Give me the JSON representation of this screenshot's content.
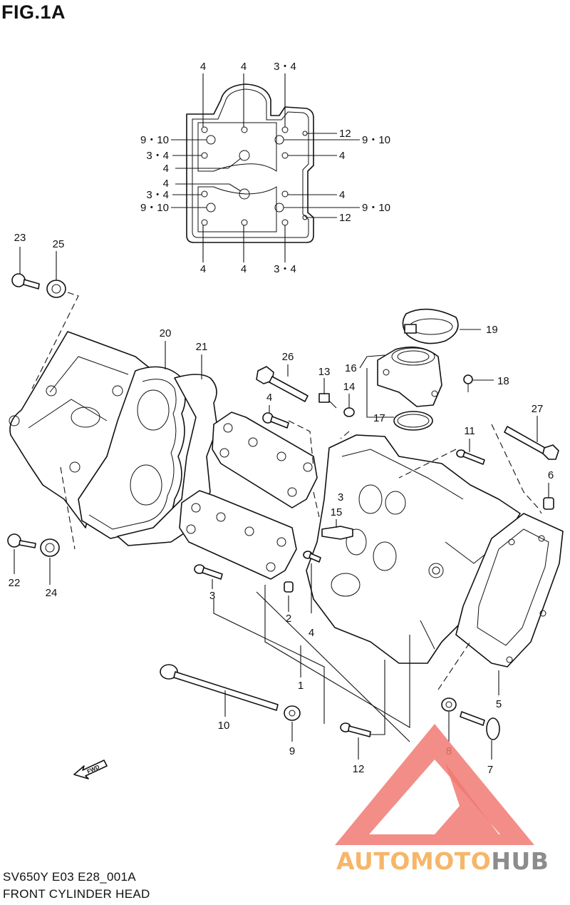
{
  "figure": {
    "title": "FIG.1A"
  },
  "caption": {
    "line1": "SV650Y E03 E28_001A",
    "line2": "FRONT CYLINDER HEAD"
  },
  "watermark": {
    "part1": "AUTOMOTO",
    "part2": "HUB",
    "color_primary": "#f07a72",
    "color_text1": "#f6b66a",
    "color_text2": "#8c8c8c"
  },
  "torque_diagram": {
    "top": [
      "4",
      "4",
      "3・4"
    ],
    "bottom": [
      "4",
      "4",
      "3・4"
    ],
    "left": [
      "9・10",
      "3・4",
      "4",
      "4",
      "3・4",
      "9・10"
    ],
    "right": [
      "12",
      "9・10",
      "4",
      "4",
      "9・10",
      "12"
    ]
  },
  "parts": {
    "p1": "1",
    "p2": "2",
    "p3": "3",
    "p3b": "3",
    "p4": "4",
    "p4b": "4",
    "p5": "5",
    "p6": "6",
    "p7": "7",
    "p8": "8",
    "p9": "9",
    "p10": "10",
    "p11": "11",
    "p12": "12",
    "p13": "13",
    "p14": "14",
    "p15": "15",
    "p16": "16",
    "p17": "17",
    "p18": "18",
    "p19": "19",
    "p20": "20",
    "p21": "21",
    "p22": "22",
    "p23": "23",
    "p24": "24",
    "p25": "25",
    "p26": "26",
    "p27": "27"
  },
  "direction_marker": {
    "label": "FWD",
    "icon": "fwd-arrow-icon"
  }
}
